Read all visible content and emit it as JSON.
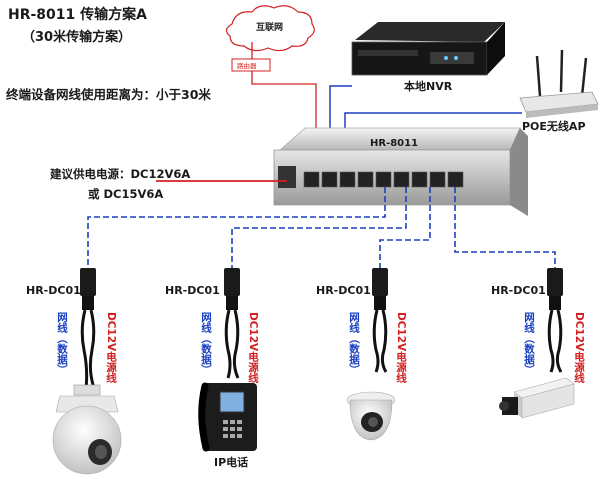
{
  "title": "HR-8011 传输方案A",
  "subtitle": "（30米传输方案）",
  "distance_note": "终端设备网线使用距离为：小于30米",
  "power": {
    "line1": "建议供电电源：DC12V6A",
    "line2": "或 DC15V6A"
  },
  "switch_label": "HR-8011",
  "internet": {
    "cloud": "互联网",
    "router": "路由器"
  },
  "nvr_label": "本地NVR",
  "ap_label": "POE无线AP",
  "terminals": [
    {
      "splitter": "HR-DC01",
      "net": "网线（数据）",
      "power": "DC12V电源线",
      "device": "speed dome camera"
    },
    {
      "splitter": "HR-DC01",
      "net": "网线（数据）",
      "power": "DC12V电源线",
      "device": "IP电话"
    },
    {
      "splitter": "HR-DC01",
      "net": "网线（数据）",
      "power": "DC12V电源线",
      "device": "dome camera"
    },
    {
      "splitter": "HR-DC01",
      "net": "网线（数据）",
      "power": "DC12V电源线",
      "device": "box camera"
    }
  ],
  "colors": {
    "data": "#1a3fbf",
    "power": "#d42020"
  }
}
